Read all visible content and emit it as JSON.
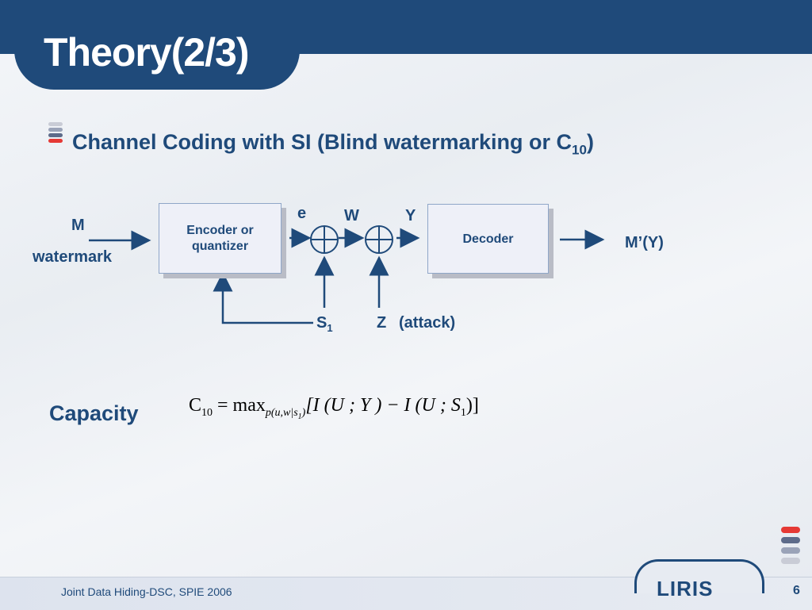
{
  "slide": {
    "title": "Theory(2/3)",
    "heading": {
      "text": "Channel Coding with SI (Blind watermarking or C",
      "sub": "10",
      "close": ")"
    },
    "footer": "Joint Data Hiding-DSC, SPIE 2006",
    "page_number": "6",
    "logo": "LIRIS"
  },
  "diagram": {
    "input_label": "M",
    "input_sublabel": "watermark",
    "encoder_label": "Encoder or quantizer",
    "decoder_label": "Decoder",
    "e_label": "e",
    "w_label": "W",
    "y_label": "Y",
    "output_label": "M’(Y)",
    "s_label": "S",
    "s_sub": "1",
    "z_label": "Z",
    "attack_label": "(attack)"
  },
  "capacity": {
    "label": "Capacity",
    "formula": {
      "lhs": "C",
      "lhs_sub": "10",
      "eq": " = max",
      "under": "p(u,w|s",
      "under_sub": "1",
      "under_close": ")",
      "body1": "[I (U ; Y ) − I (U ; S",
      "body_sub": "1",
      "body2": ")]"
    }
  },
  "colors": {
    "brand": "#1f4a7a",
    "accent_red": "#e53935"
  }
}
